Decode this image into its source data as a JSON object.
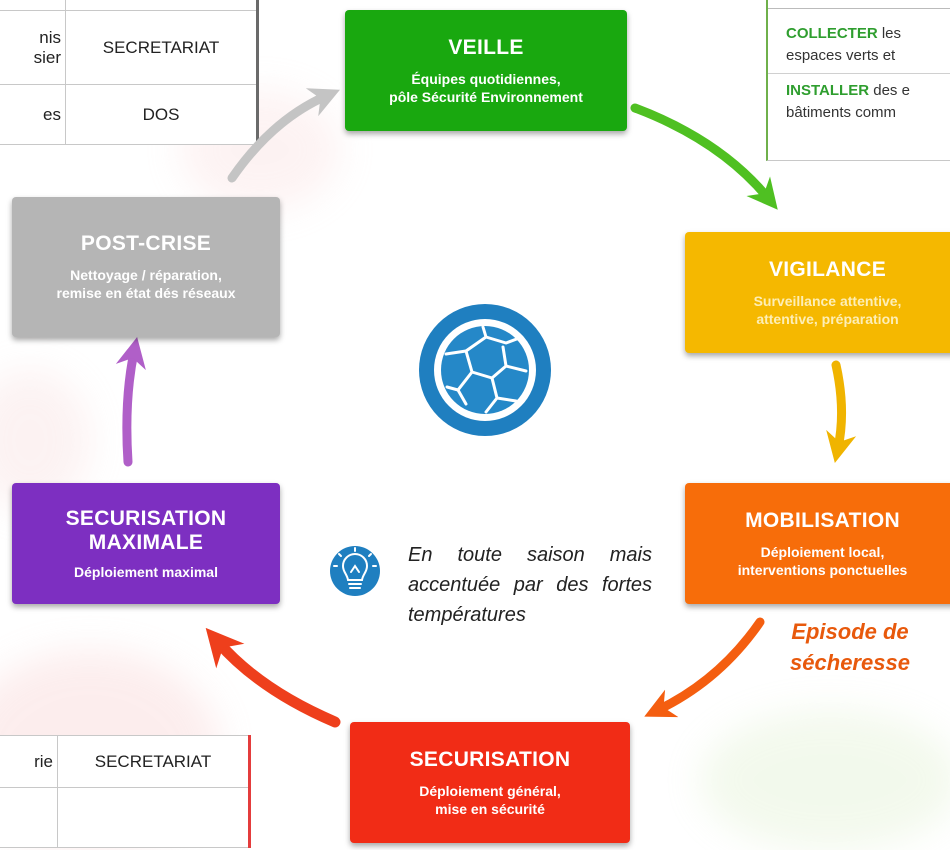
{
  "stages": {
    "veille": {
      "title": "VEILLE",
      "desc1": "Équipes quotidiennes,",
      "desc2": "pôle Sécurité Environnement",
      "color": "#19a80f"
    },
    "vigilance": {
      "title": "VIGILANCE",
      "desc1": "Surveillance attentive,",
      "desc2": "attentive, préparation",
      "color": "#f5b800"
    },
    "mobilisation": {
      "title": "MOBILISATION",
      "desc1": "Déploiement local,",
      "desc2": "interventions ponctuelles",
      "color": "#f76d0a"
    },
    "securisation": {
      "title": "SECURISATION",
      "desc1": "Déploiement général,",
      "desc2": "mise en sécurité",
      "color": "#f12c16"
    },
    "securisation_max": {
      "title1": "SECURISATION",
      "title2": "MAXIMALE",
      "desc1": "Déploiement maximal",
      "color": "#7d2fc1"
    },
    "post_crise": {
      "title": "POST-CRISE",
      "desc1": "Nettoyage / réparation,",
      "desc2": "remise en état dés réseaux",
      "color": "#b5b5b5"
    }
  },
  "top_table": {
    "row1": {
      "left1": "nis",
      "left2": "sier",
      "right": "SECRETARIAT"
    },
    "row2": {
      "left": "es",
      "right": "DOS"
    }
  },
  "bottom_table": {
    "row1": {
      "left": "rie",
      "right": "SECRETARIAT"
    }
  },
  "right_note": {
    "item1_kw": "COLLECTER",
    "item1_text": " les",
    "item1_line2": "espaces verts et",
    "item2_kw": "INSTALLER",
    "item2_text": " des e",
    "item2_line2": "bâtiments comm"
  },
  "center_note": "En toute saison mais accentuée par des fortes températures",
  "episode": {
    "line1": "Episode de",
    "line2": "sécheresse"
  },
  "icons": {
    "center": "cracked-earth-icon",
    "note": "lightbulb-icon"
  },
  "arrow_colors": {
    "green": "#4fc022",
    "yellow": "#f0b400",
    "orange": "#f45e10",
    "red": "#ee3f1c",
    "purple": "#b05fc8",
    "gray": "#c4c4c4"
  }
}
